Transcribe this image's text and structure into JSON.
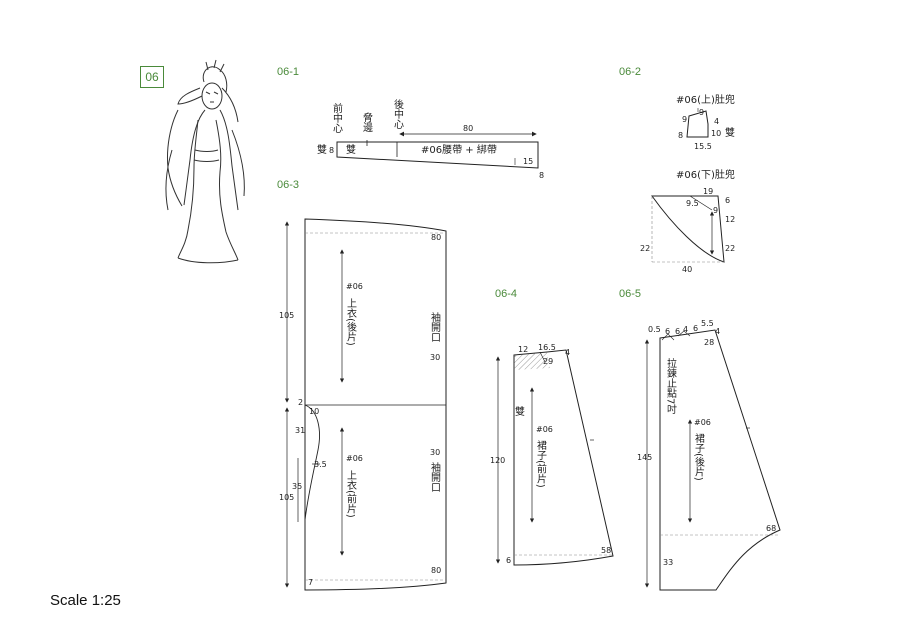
{
  "badge": "06",
  "scale": "Scale 1:25",
  "sections": {
    "s1": "06-1",
    "s2": "06-2",
    "s3": "06-3",
    "s4": "06-4",
    "s5": "06-5"
  },
  "piece_06_1": {
    "front_center": "前中心",
    "side_seam": "脅邊",
    "back_center": "後中心",
    "double_left": "雙",
    "double_inner": "雙",
    "name": "#06腰帶 + 綁帶",
    "m8a": "8",
    "m80": "80",
    "m15": "15",
    "m8b": "8"
  },
  "piece_06_2": {
    "upper_title": "#06(上)肚兜",
    "u9a": "9",
    "u9b": "9",
    "u4": "4",
    "u8": "8",
    "u10": "10",
    "u_double": "雙",
    "u15_5": "15.5",
    "lower_title": "#06(下)肚兜",
    "l19": "19",
    "l9_5": "9.5",
    "l6": "6",
    "l9": "9",
    "l12": "12",
    "l22a": "22",
    "l22b": "22",
    "l40": "40"
  },
  "piece_06_3": {
    "m80a": "80",
    "m105a": "105",
    "back_label": "#06",
    "back_name": "上衣(後片)",
    "cuff_top": "袖開口",
    "m30a": "30",
    "m2": "2",
    "m10": "10",
    "m31": "31",
    "m35": "35",
    "m3_5": "3.5",
    "m105b": "105",
    "front_label": "#06",
    "front_name": "上衣(前片)",
    "m30b": "30",
    "cuff_bottom": "袖開口",
    "m7": "7",
    "m80b": "80"
  },
  "piece_06_4": {
    "m12": "12",
    "m16_5": "16.5",
    "m4": "4",
    "m29": "29",
    "double": "雙",
    "label": "#06",
    "name": "裙子(前片)",
    "m120": "120",
    "m6": "6",
    "m58": "58"
  },
  "piece_06_5": {
    "m0_5": "0.5",
    "m6a": "6",
    "m6b": "6",
    "m4a": "4",
    "m6c": "6",
    "m5_5": "5.5",
    "m4b": "4",
    "m28": "28",
    "zipper": "拉鍊止點7吋",
    "label": "#06",
    "name": "裙子(後片)",
    "m145": "145",
    "m68": "68",
    "m33": "33"
  }
}
